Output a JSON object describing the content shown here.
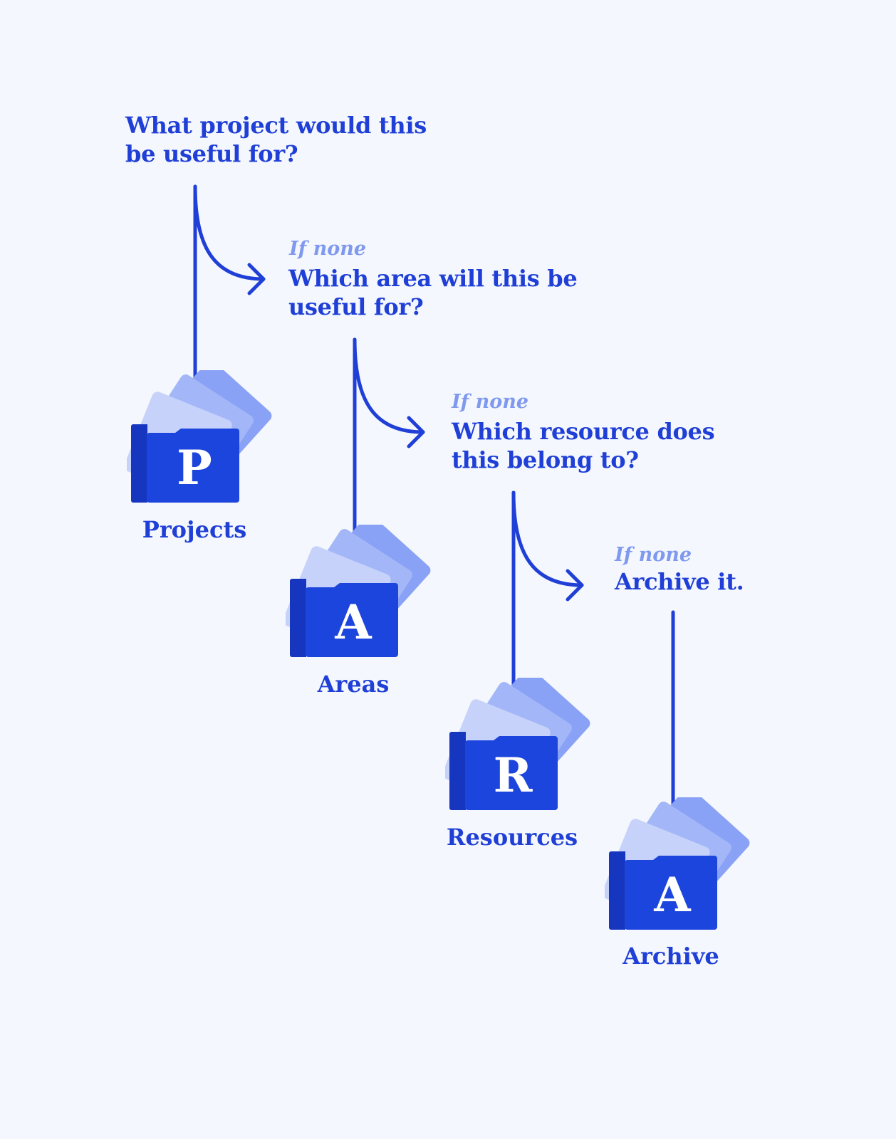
{
  "colors": {
    "background": "#f4f7fd",
    "primary": "#1f3fd6",
    "folder_front": "#1c45dd",
    "folder_back": "#1636bf",
    "paper_1": "#8aa2f5",
    "paper_2": "#a3b6f7",
    "paper_3": "#c6d2fa",
    "if_none": "#7f99ef"
  },
  "steps": [
    {
      "question_lines": [
        "What project would this",
        "be useful for?"
      ],
      "if_none": "",
      "folder_letter": "P",
      "folder_label": "Projects",
      "folder_icon": "folder-icon"
    },
    {
      "question_lines": [
        "Which area will this be",
        "useful for?"
      ],
      "if_none": "If none",
      "folder_letter": "A",
      "folder_label": "Areas",
      "folder_icon": "folder-icon"
    },
    {
      "question_lines": [
        "Which resource does",
        "this belong to?"
      ],
      "if_none": "If none",
      "folder_letter": "R",
      "folder_label": "Resources",
      "folder_icon": "folder-icon"
    },
    {
      "question_lines": [
        "Archive it."
      ],
      "if_none": "If none",
      "folder_letter": "A",
      "folder_label": "Archive",
      "folder_icon": "folder-icon"
    }
  ],
  "arrow_icon": "curved-arrow-icon"
}
